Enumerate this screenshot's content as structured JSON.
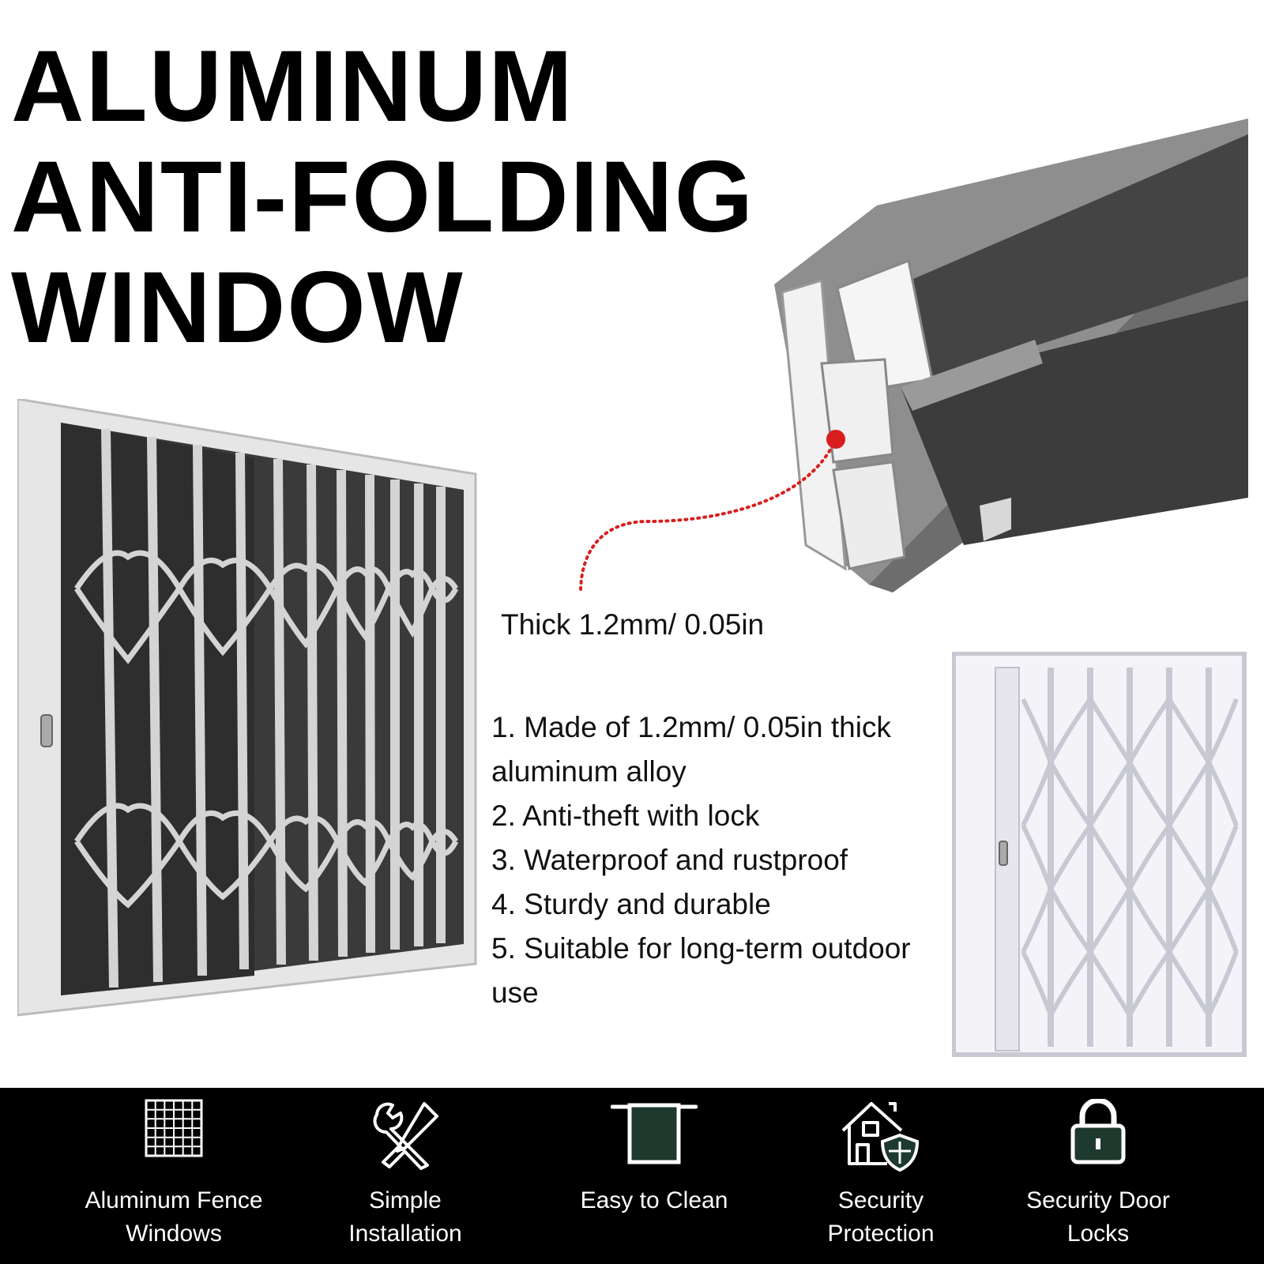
{
  "title": {
    "line1": "ALUMINUM",
    "line2": "ANTI-FOLDING",
    "line3": "WINDOW"
  },
  "thickness_label": "Thick 1.2mm/ 0.05in",
  "features": [
    "1. Made of 1.2mm/ 0.05in thick aluminum alloy",
    "2. Anti-theft with lock",
    "3. Waterproof and rustproof",
    "4. Sturdy and durable",
    "5. Suitable for long-term outdoor use"
  ],
  "badges": [
    {
      "icon": "grid-icon",
      "line1": "Aluminum Fence",
      "line2": "Windows"
    },
    {
      "icon": "tools-icon",
      "line1": "Simple",
      "line2": "Installation"
    },
    {
      "icon": "towel-icon",
      "line1": "Easy to Clean",
      "line2": ""
    },
    {
      "icon": "house-shield-icon",
      "line1": "Security",
      "line2": "Protection"
    },
    {
      "icon": "padlock-icon",
      "line1": "Security Door",
      "line2": "Locks"
    }
  ],
  "colors": {
    "background": "#ffffff",
    "bar": "#000000",
    "icon_green": "#1e3a2f",
    "callout_red": "#d81e1e",
    "profile_dark": "#4a4a4a"
  }
}
